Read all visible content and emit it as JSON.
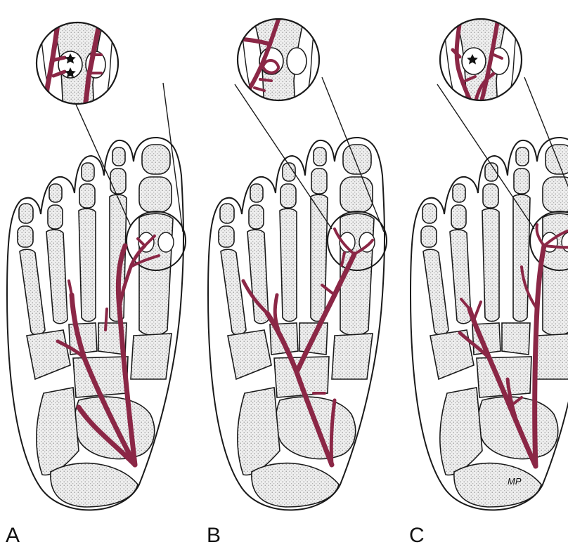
{
  "panels": [
    {
      "label": "A"
    },
    {
      "label": "B"
    },
    {
      "label": "C"
    }
  ],
  "annotations": {
    "c_mp": "MP"
  },
  "colors": {
    "artery": "#8b2746",
    "outline": "#1a1a1a",
    "bone_fill": "#e4e4e4",
    "background": "#ffffff"
  }
}
